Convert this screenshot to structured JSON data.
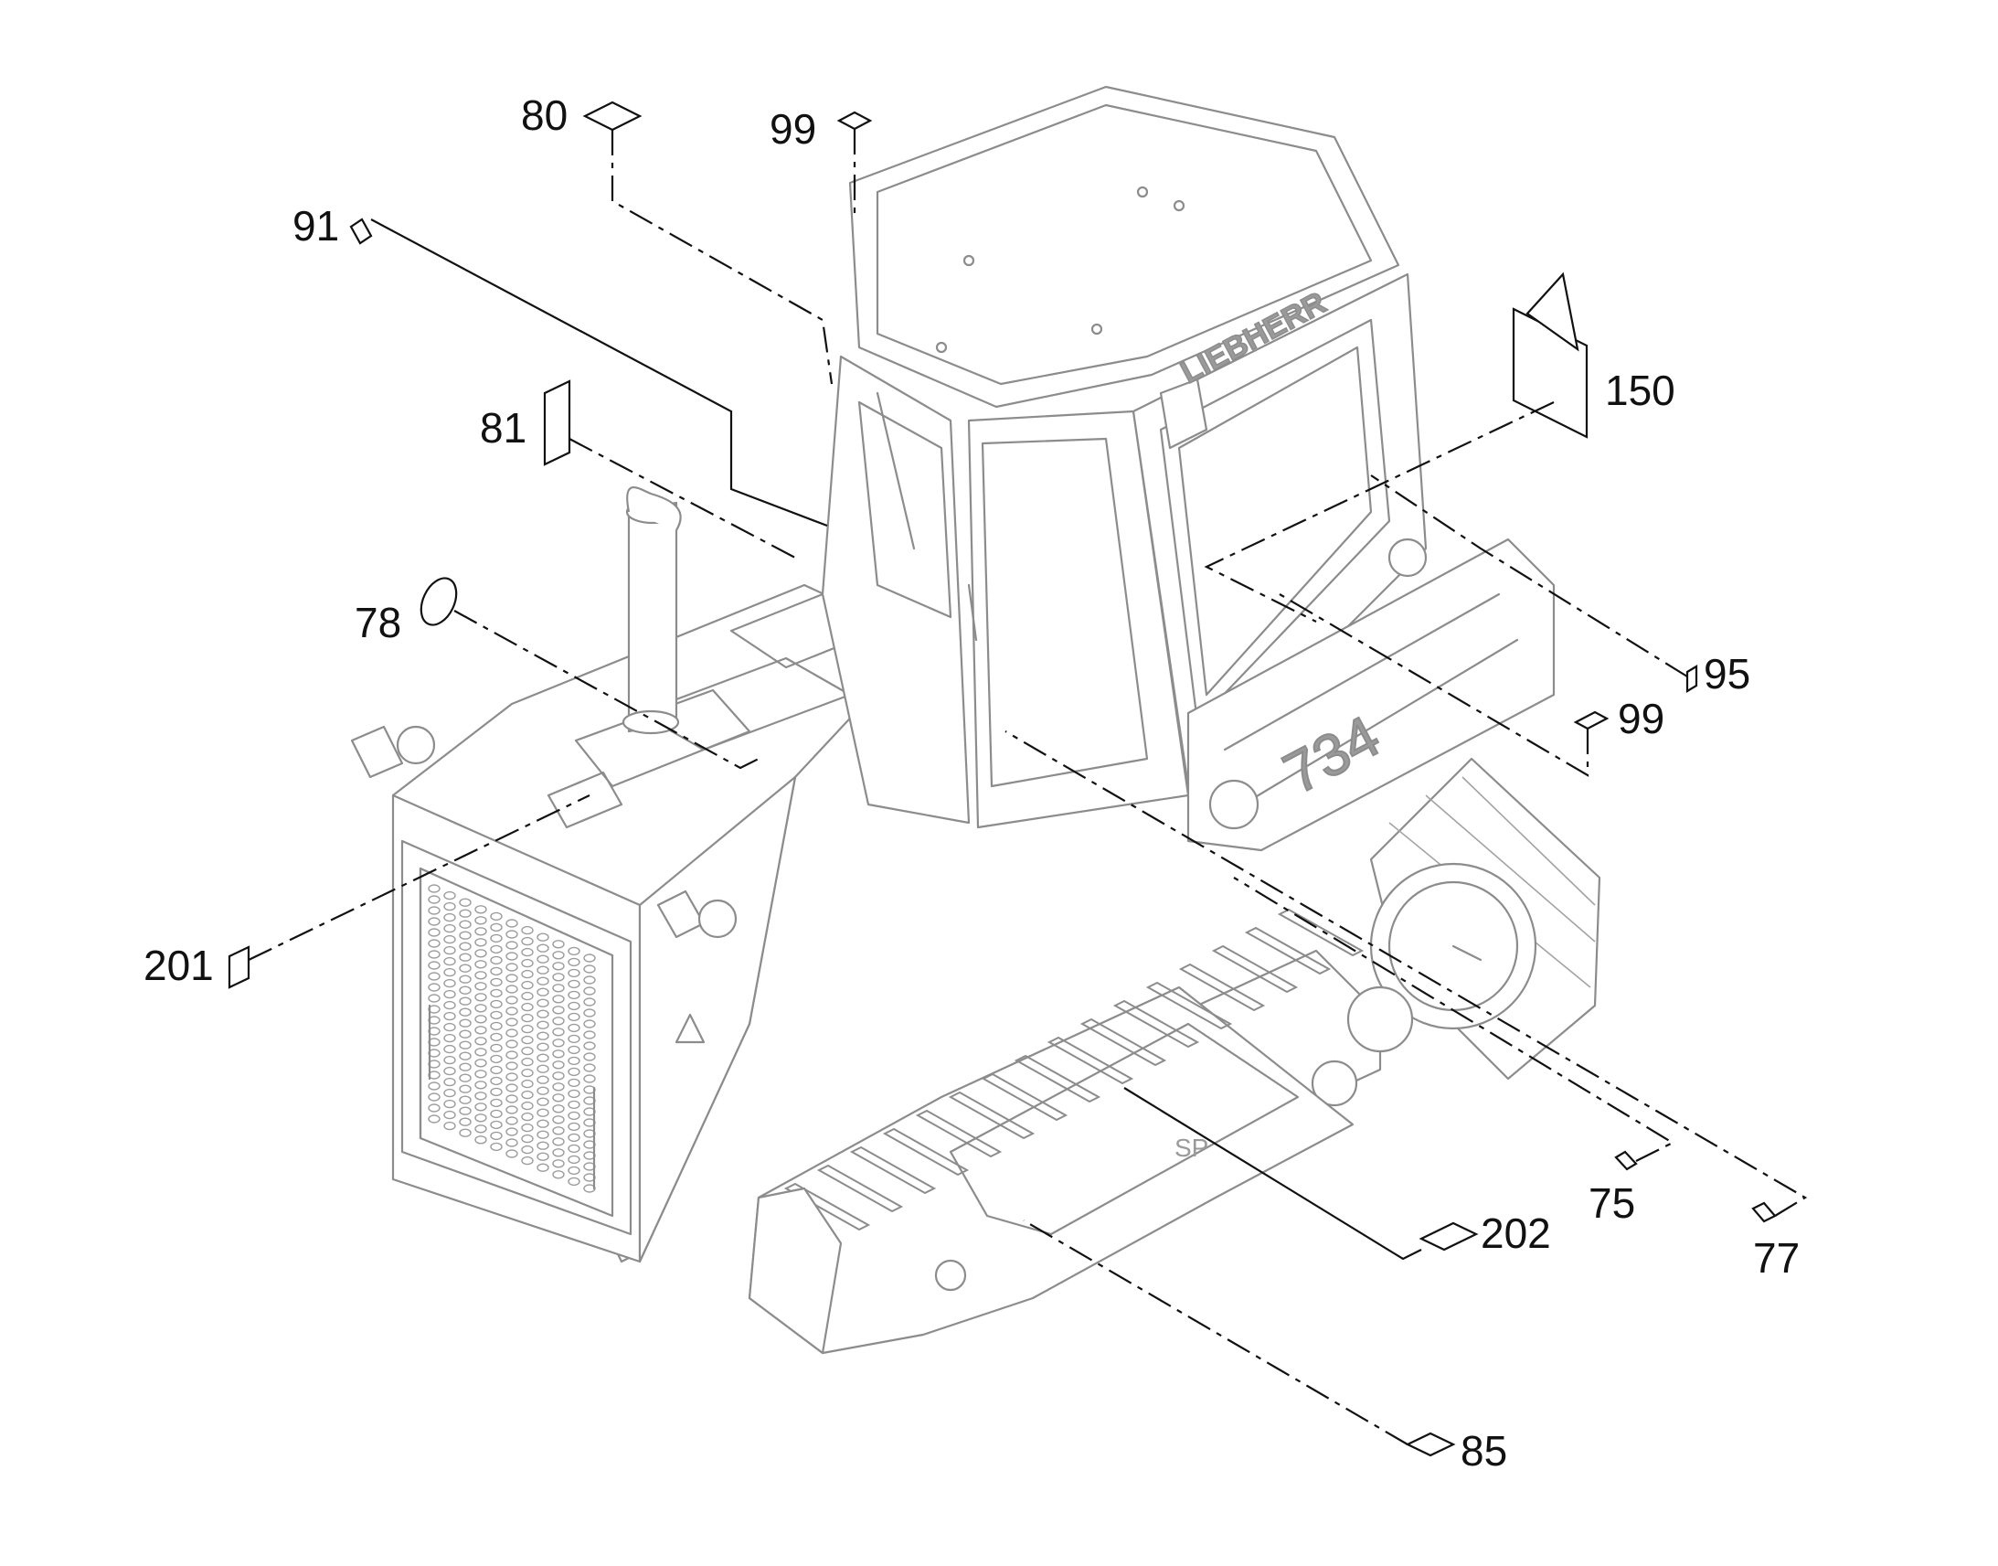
{
  "figure": {
    "machine_marking": "734",
    "brand_marking": "LIEBHERR",
    "track_frame_marking": "SP"
  },
  "callouts": [
    {
      "id": "c80",
      "label": "80"
    },
    {
      "id": "c99_top",
      "label": "99"
    },
    {
      "id": "c91",
      "label": "91"
    },
    {
      "id": "c81",
      "label": "81"
    },
    {
      "id": "c78",
      "label": "78"
    },
    {
      "id": "c201",
      "label": "201"
    },
    {
      "id": "c150",
      "label": "150"
    },
    {
      "id": "c95",
      "label": "95"
    },
    {
      "id": "c99_right",
      "label": "99"
    },
    {
      "id": "c75",
      "label": "75"
    },
    {
      "id": "c77",
      "label": "77"
    },
    {
      "id": "c202",
      "label": "202"
    },
    {
      "id": "c85",
      "label": "85"
    }
  ],
  "icons": {
    "warning": "warning-triangle-icon"
  },
  "colors": {
    "line_art": "#8c8c8c",
    "leader": "#111111",
    "background": "#ffffff"
  }
}
